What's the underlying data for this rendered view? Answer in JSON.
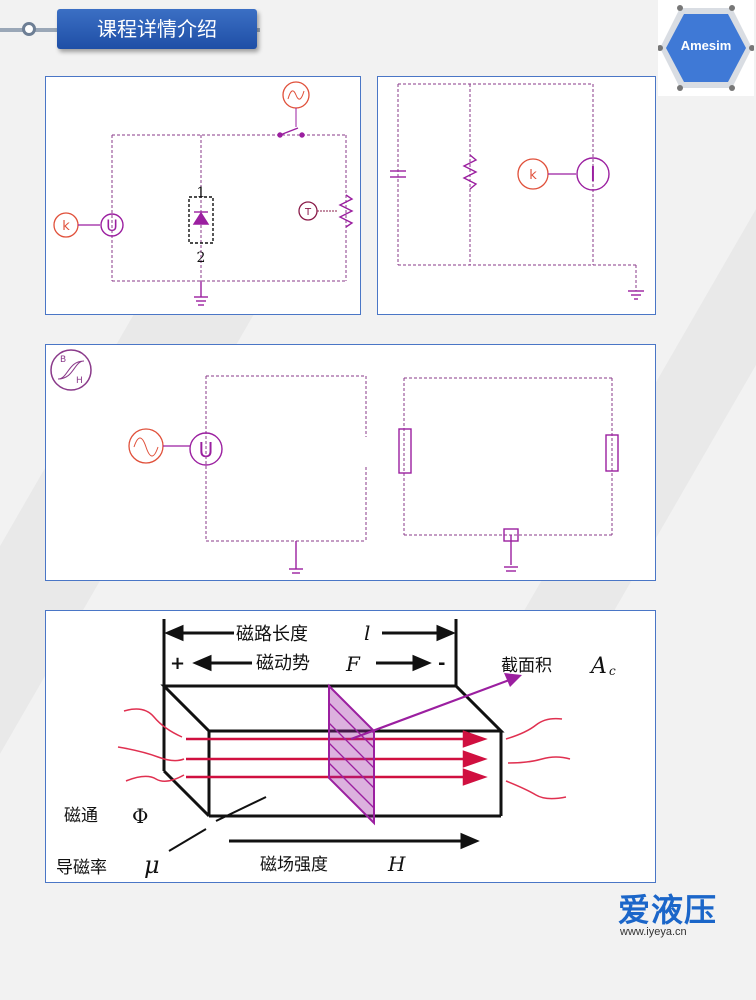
{
  "header": {
    "title": "课程详情介绍"
  },
  "logo": {
    "text": "Amesim"
  },
  "panel1": {
    "label_1": "1",
    "label_2": "2",
    "signal_k": "k",
    "source_u": "U",
    "sensor_t": "T"
  },
  "panel2": {
    "signal_k": "k",
    "source_i": "I"
  },
  "panel3": {
    "source_u": "U",
    "hyst_b": "B",
    "hyst_h": "H"
  },
  "panel4": {
    "path_length": "磁路长度",
    "path_length_sym": "l",
    "mmf": "磁动势",
    "mmf_sym": "F",
    "area": "截面积",
    "area_sym": "A",
    "area_sub": "c",
    "flux": "磁通",
    "flux_sym": "Φ",
    "permeability": "导磁率",
    "permeability_sym": "μ",
    "field": "磁场强度",
    "field_sym": "H"
  },
  "brand": {
    "name": "爱液压",
    "url": "www.iyeya.cn"
  },
  "colors": {
    "accent": "#2a5db8",
    "wire": "#8a3a8a",
    "component": "#9b1fa0",
    "signal": "#e0503a",
    "arrow": "#e01a3a"
  }
}
